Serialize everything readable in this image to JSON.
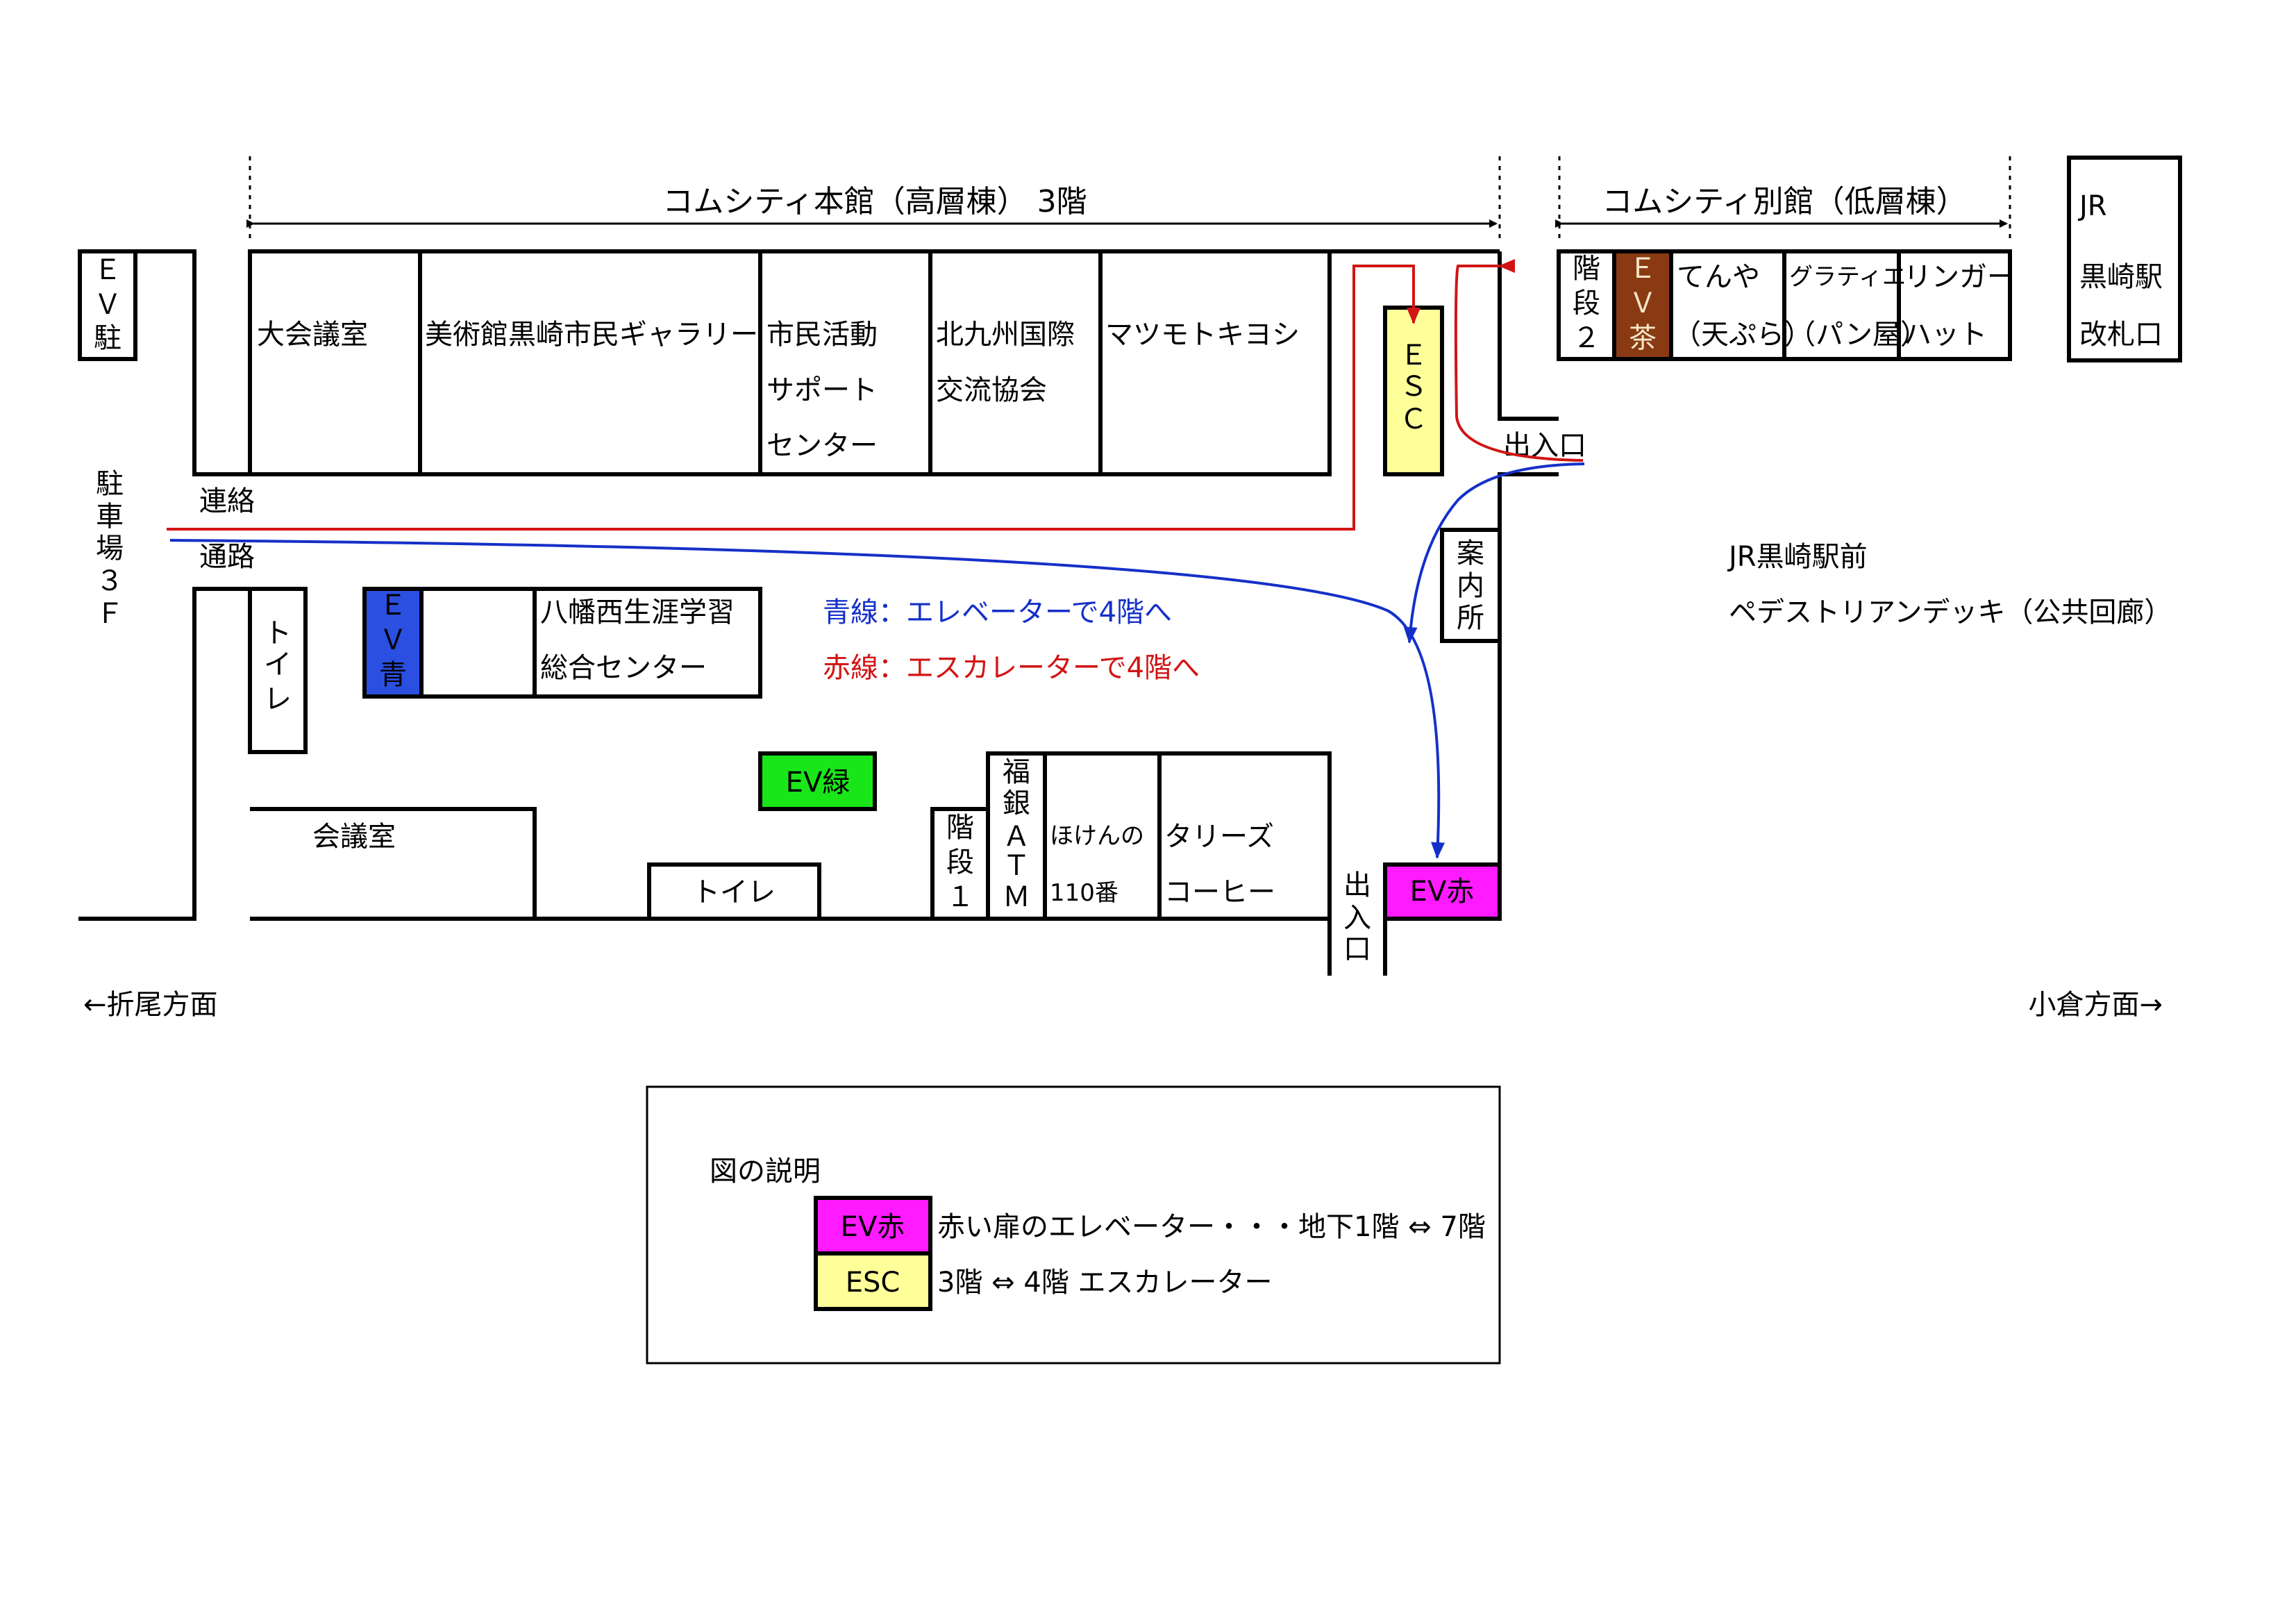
{
  "header": {
    "main_building": "コムシティ本館（高層棟） 3階",
    "annex_building": "コムシティ別館（低層棟）"
  },
  "jr_gate": {
    "line1": "JR",
    "line2": "黒崎駅",
    "line3": "改札口"
  },
  "rooms": {
    "ev_parking": [
      "Ｅ",
      "Ｖ",
      "駐"
    ],
    "large_conference": "大会議室",
    "gallery": "美術館黒崎市民ギャラリー",
    "civic_support": [
      "市民活動",
      "サポート",
      "センター"
    ],
    "kitakyushu_intl": [
      "北九州国際",
      "交流協会"
    ],
    "matsumoto": "マツモトキヨシ",
    "esc": [
      "Ｅ",
      "Ｓ",
      "Ｃ"
    ],
    "stairs2": [
      "階",
      "段",
      "２"
    ],
    "ev_brown": [
      "Ｅ",
      "Ｖ",
      "茶"
    ],
    "tenya": [
      "てんや",
      "（天ぷら）"
    ],
    "gratie": [
      "グラティエ",
      "（パン屋）"
    ],
    "ringer": [
      "リンガー",
      "ハット"
    ],
    "info_center": [
      "案",
      "内",
      "所"
    ],
    "ev_blue": [
      "Ｅ",
      "Ｖ",
      "青"
    ],
    "yahata": [
      "八幡西生涯学習",
      "総合センター"
    ],
    "toilet_left": [
      "ト",
      "イ",
      "レ"
    ],
    "ev_green": "EV緑",
    "conference": "会議室",
    "toilet_bottom": "トイレ",
    "stairs1": [
      "階",
      "段",
      "１"
    ],
    "fukugin": [
      "福",
      "銀",
      "Ａ",
      "Ｔ",
      "Ｍ"
    ],
    "hoken": [
      "ほけんの",
      "110番"
    ],
    "tullys": [
      "タリーズ",
      "コーヒー"
    ],
    "ev_red": "EV赤"
  },
  "labels": {
    "parking": [
      "駐",
      "車",
      "場",
      "３",
      "Ｆ"
    ],
    "corridor_top": "連絡",
    "corridor_bottom": "通路",
    "entrance_top": "出入口",
    "entrance_bottom": [
      "出",
      "入",
      "口"
    ],
    "blue_line": "青線：エレベーターで4階へ",
    "red_line": "赤線：エスカレーターで4階へ",
    "deck_line1": "JR黒崎駅前",
    "deck_line2": "ペデストリアンデッキ（公共回廊）",
    "orio": "←折尾方面",
    "kokura": "小倉方面→"
  },
  "legend": {
    "title": "図の説明",
    "ev_red_key": "EV赤",
    "ev_red_desc": "赤い扉のエレベーター・・・地下1階 ⇔ 7階",
    "esc_key": "ESC",
    "esc_desc": "3階 ⇔ 4階 エスカレーター"
  },
  "colors": {
    "ev_blue": "#2b4fe0",
    "ev_brown": "#8a3a12",
    "ev_green": "#19e619",
    "ev_red": "#ff1aff",
    "esc": "#ffff99",
    "blue_route": "#1530c8",
    "red_route": "#d21414"
  }
}
